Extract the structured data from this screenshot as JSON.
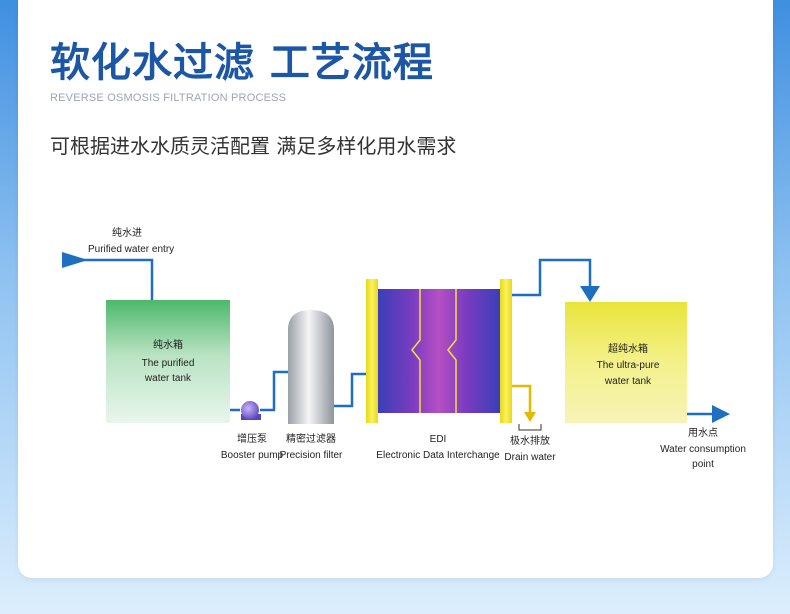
{
  "header": {
    "title": "软化水过滤 工艺流程",
    "subtitle_en": "REVERSE OSMOSIS FILTRATION PROCESS",
    "tagline": "可根据进水水质灵活配置 满足多样化用水需求"
  },
  "diagram": {
    "entry_cn": "纯水进",
    "entry_en": "Purified water entry",
    "tank_cn": "纯水箱",
    "tank_en_1": "The purified",
    "tank_en_2": "water tank",
    "pump_cn": "增压泵",
    "pump_en": "Booster pump",
    "filter_cn": "精密过滤器",
    "filter_en": "Precision filter",
    "edi_title": "EDI",
    "edi_en": "Electronic Data Interchange",
    "drain_cn": "极水排放",
    "drain_en": "Drain water",
    "uptank_cn": "超纯水箱",
    "uptank_en_1": "The ultra-pure",
    "uptank_en_2": "water tank",
    "use_cn": "用水点",
    "use_en_1": "Water consumption",
    "use_en_2": "point"
  },
  "colors": {
    "pipe": "#1e6fc0",
    "title": "#1c57a6",
    "tank_green": "#5cc37b",
    "tank_yellow": "#ede94e",
    "edi_frame": "#f0e424",
    "drain_arrow": "#e6b800"
  }
}
